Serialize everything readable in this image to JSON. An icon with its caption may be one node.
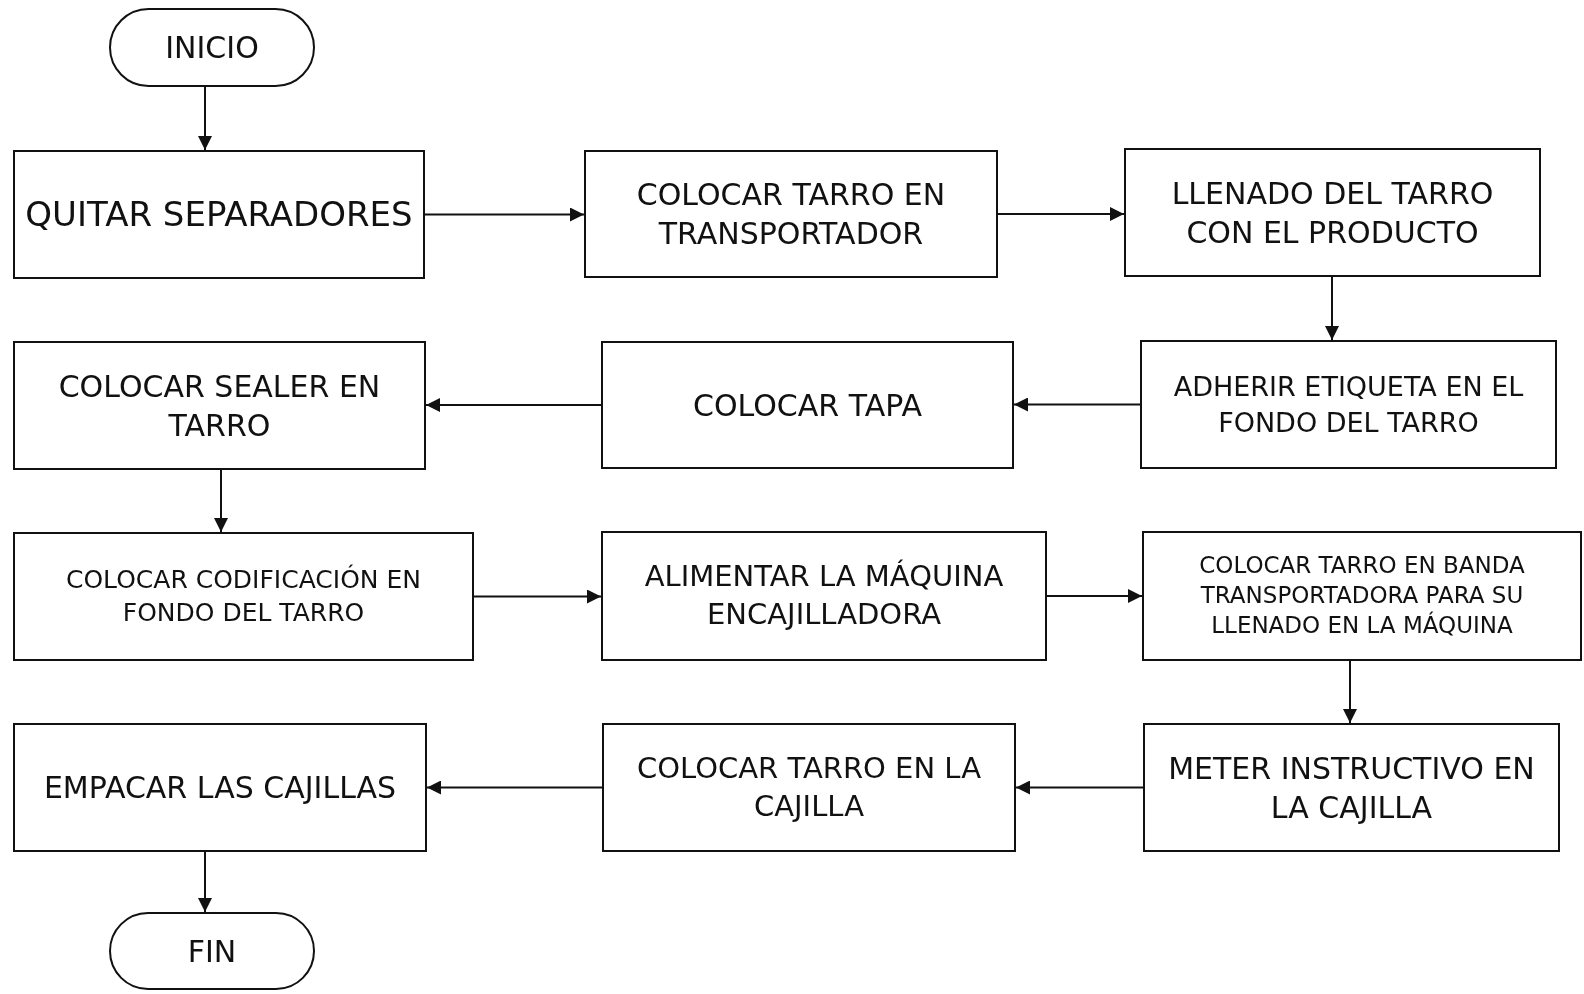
{
  "diagram": {
    "nodes": [
      {
        "text": [
          "INICIO"
        ]
      },
      {
        "text": [
          "QUITAR SEPARADORES"
        ]
      },
      {
        "text": [
          "COLOCAR TARRO EN TRANSPORTADOR"
        ]
      },
      {
        "text": [
          "LLENADO DEL TARRO CON EL PRODUCTO"
        ]
      },
      {
        "text": [
          "ADHERIR ETIQUETA EN EL FONDO DEL TARRO"
        ]
      },
      {
        "text": [
          "COLOCAR TAPA"
        ]
      },
      {
        "text": [
          "COLOCAR SEALER EN TARRO"
        ]
      },
      {
        "text": [
          "COLOCAR CODIFICACIÓN EN FONDO DEL TARRO"
        ]
      },
      {
        "text": [
          "ALIMENTAR LA MÁQUINA ENCAJILLADORA"
        ]
      },
      {
        "text": [
          "COLOCAR TARRO EN BANDA TRANSPORTADORA PARA SU LLENADO EN LA MÁQUINA"
        ]
      },
      {
        "text": [
          "METER INSTRUCTIVO EN LA CAJILLA"
        ]
      },
      {
        "text": [
          "COLOCAR TARRO EN LA CAJILLA"
        ]
      },
      {
        "text": [
          "EMPACAR LAS CAJILLAS"
        ]
      },
      {
        "text": [
          "FIN"
        ]
      }
    ],
    "edges": [
      {
        "from": 0,
        "to": 1,
        "arrow": "to"
      },
      {
        "from": 1,
        "to": 2,
        "arrow": "to"
      },
      {
        "from": 2,
        "to": 3,
        "arrow": "to"
      },
      {
        "from": 3,
        "to": 4,
        "arrow": "to"
      },
      {
        "from": 4,
        "to": 5,
        "arrow": "to"
      },
      {
        "from": 5,
        "to": 6,
        "arrow": "to"
      },
      {
        "from": 6,
        "to": 7,
        "arrow": "to"
      },
      {
        "from": 7,
        "to": 8,
        "arrow": "to"
      },
      {
        "from": 8,
        "to": 9,
        "arrow": "to"
      },
      {
        "from": 9,
        "to": 10,
        "arrow": "to"
      },
      {
        "from": 10,
        "to": 11,
        "arrow": "to"
      },
      {
        "from": 11,
        "to": 12,
        "arrow": "to"
      },
      {
        "from": 12,
        "to": 13,
        "arrow": "to"
      }
    ]
  }
}
